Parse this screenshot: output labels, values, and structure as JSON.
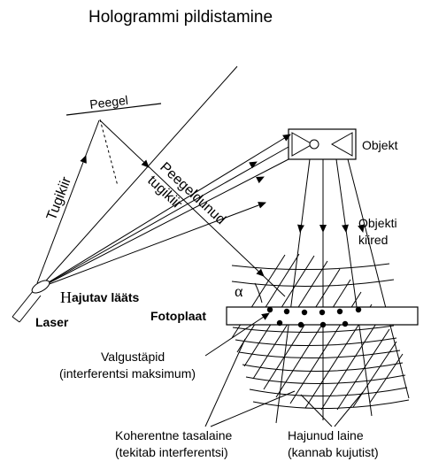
{
  "title": "Hologrammi pildistamine",
  "labels": {
    "mirror": "Peegel",
    "reference_beam": "Tugikiir",
    "reflected_beam_1": "Peegeldunud",
    "reflected_beam_2": "tugikiir",
    "object": "Objekt",
    "object_rays_1": "Objekti",
    "object_rays_2": "kiired",
    "lens_prefix": "H",
    "lens_rest": "ajutav lääts",
    "laser": "Laser",
    "plate": "Fotoplaat",
    "alpha": "α",
    "light_dots_1": "Valgustäpid",
    "light_dots_2": "(interferentsi maksimum)",
    "coherent_1": "Koherentne tasalaine",
    "coherent_2": "(tekitab interferentsi)",
    "scattered_1": "Hajunud laine",
    "scattered_2": "(kannab kujutist)"
  }
}
